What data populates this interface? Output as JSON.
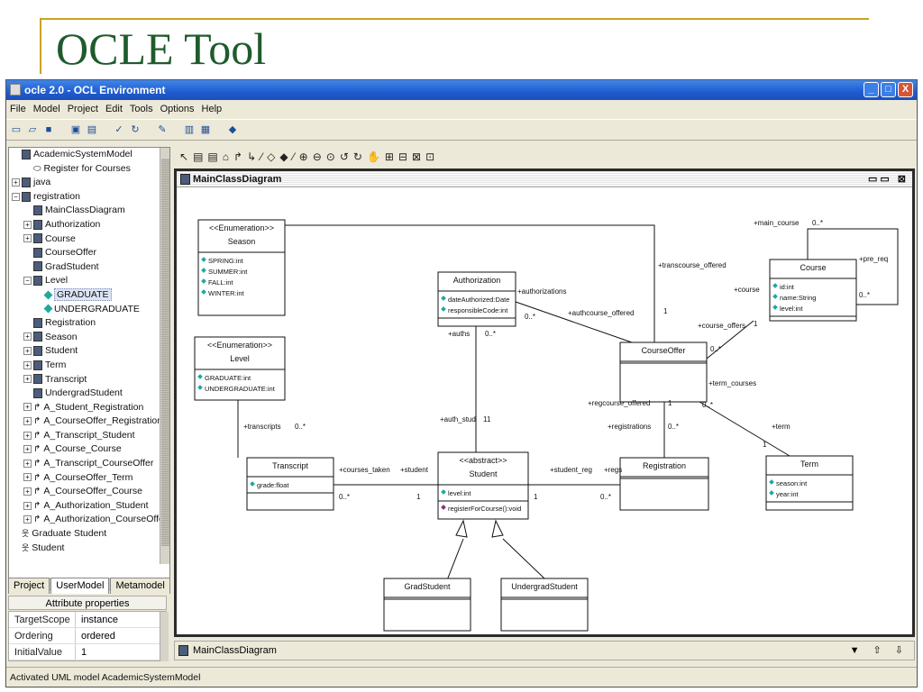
{
  "slide": {
    "title": "OCLE Tool"
  },
  "window": {
    "title": "ocle 2.0 - OCL Environment",
    "buttons": [
      "_",
      "□",
      "X"
    ]
  },
  "menu": [
    "File",
    "Model",
    "Project",
    "Edit",
    "Tools",
    "Options",
    "Help"
  ],
  "tree": [
    {
      "label": "AcademicSystemModel",
      "depth": 0,
      "expander": "",
      "icon": "model"
    },
    {
      "label": "Register for Courses",
      "depth": 1,
      "expander": "",
      "icon": "usecase"
    },
    {
      "label": "java",
      "depth": 0,
      "expander": "+",
      "icon": "package"
    },
    {
      "label": "registration",
      "depth": 0,
      "expander": "-",
      "icon": "package"
    },
    {
      "label": "MainClassDiagram",
      "depth": 1,
      "expander": "",
      "icon": "diagram"
    },
    {
      "label": "Authorization",
      "depth": 1,
      "expander": "+",
      "icon": "class"
    },
    {
      "label": "Course",
      "depth": 1,
      "expander": "+",
      "icon": "class"
    },
    {
      "label": "CourseOffer",
      "depth": 1,
      "expander": "",
      "icon": "class"
    },
    {
      "label": "GradStudent",
      "depth": 1,
      "expander": "",
      "icon": "class"
    },
    {
      "label": "Level",
      "depth": 1,
      "expander": "-",
      "icon": "class"
    },
    {
      "label": "GRADUATE",
      "depth": 2,
      "expander": "",
      "icon": "attribute",
      "selected": true
    },
    {
      "label": "UNDERGRADUATE",
      "depth": 2,
      "expander": "",
      "icon": "attribute"
    },
    {
      "label": "Registration",
      "depth": 1,
      "expander": "",
      "icon": "class"
    },
    {
      "label": "Season",
      "depth": 1,
      "expander": "+",
      "icon": "class"
    },
    {
      "label": "Student",
      "depth": 1,
      "expander": "+",
      "icon": "class"
    },
    {
      "label": "Term",
      "depth": 1,
      "expander": "+",
      "icon": "class"
    },
    {
      "label": "Transcript",
      "depth": 1,
      "expander": "+",
      "icon": "class"
    },
    {
      "label": "UndergradStudent",
      "depth": 1,
      "expander": "",
      "icon": "class"
    },
    {
      "label": "A_Student_Registration",
      "depth": 1,
      "expander": "+",
      "icon": "assoc"
    },
    {
      "label": "A_CourseOffer_Registration",
      "depth": 1,
      "expander": "+",
      "icon": "assoc"
    },
    {
      "label": "A_Transcript_Student",
      "depth": 1,
      "expander": "+",
      "icon": "assoc"
    },
    {
      "label": "A_Course_Course",
      "depth": 1,
      "expander": "+",
      "icon": "assoc"
    },
    {
      "label": "A_Transcript_CourseOffer",
      "depth": 1,
      "expander": "+",
      "icon": "assoc"
    },
    {
      "label": "A_CourseOffer_Term",
      "depth": 1,
      "expander": "+",
      "icon": "assoc"
    },
    {
      "label": "A_CourseOffer_Course",
      "depth": 1,
      "expander": "+",
      "icon": "assoc"
    },
    {
      "label": "A_Authorization_Student",
      "depth": 1,
      "expander": "+",
      "icon": "assoc"
    },
    {
      "label": "A_Authorization_CourseOffer",
      "depth": 1,
      "expander": "+",
      "icon": "assoc"
    },
    {
      "label": "Graduate Student",
      "depth": 0,
      "expander": "",
      "icon": "actor"
    },
    {
      "label": "Student",
      "depth": 0,
      "expander": "",
      "icon": "actor"
    }
  ],
  "left_tabs": [
    "Project",
    "UserModel",
    "Metamodel"
  ],
  "attributes": {
    "header": "Attribute properties",
    "rows": [
      {
        "key": "TargetScope",
        "value": "instance"
      },
      {
        "key": "Ordering",
        "value": "ordered"
      },
      {
        "key": "InitialValue",
        "value": "1"
      }
    ]
  },
  "diagram": {
    "window_title": "MainClassDiagram",
    "bottom_name": "MainClassDiagram",
    "classes": [
      {
        "id": "season",
        "stereotype": "<<Enumeration>>",
        "name": "Season",
        "attrs": [
          "SPRING:int",
          "SUMMER:int",
          "FALL:int",
          "WINTER:int"
        ],
        "ops": []
      },
      {
        "id": "level",
        "stereotype": "<<Enumeration>>",
        "name": "Level",
        "attrs": [
          "GRADUATE:int",
          "UNDERGRADUATE:int"
        ],
        "ops": []
      },
      {
        "id": "authorization",
        "stereotype": "",
        "name": "Authorization",
        "attrs": [
          "dateAuthorized:Date",
          "responsibleCode:int"
        ],
        "ops": []
      },
      {
        "id": "course",
        "stereotype": "",
        "name": "Course",
        "attrs": [
          "id:int",
          "name:String",
          "level:int"
        ],
        "ops": []
      },
      {
        "id": "courseoffer",
        "stereotype": "",
        "name": "CourseOffer",
        "attrs": [],
        "ops": []
      },
      {
        "id": "transcript",
        "stereotype": "",
        "name": "Transcript",
        "attrs": [
          "grade:float"
        ],
        "ops": []
      },
      {
        "id": "student",
        "stereotype": "<<abstract>>",
        "name": "Student",
        "attrs": [
          "level:int"
        ],
        "ops": [
          "registerForCourse():void"
        ]
      },
      {
        "id": "registration",
        "stereotype": "",
        "name": "Registration",
        "attrs": [],
        "ops": []
      },
      {
        "id": "term",
        "stereotype": "",
        "name": "Term",
        "attrs": [
          "season:int",
          "year:int"
        ],
        "ops": []
      },
      {
        "id": "gradstudent",
        "stereotype": "",
        "name": "GradStudent",
        "attrs": [],
        "ops": []
      },
      {
        "id": "undergradstudent",
        "stereotype": "",
        "name": "UndergradStudent",
        "attrs": [],
        "ops": []
      }
    ],
    "labels": [
      "+main_course",
      "0..*",
      "+pre_req",
      "0..*",
      "+transcourse_offered",
      "+course",
      "+authorizations",
      "0..*",
      "+authcourse_offered",
      "1",
      "+course_offers",
      "1",
      "0..*",
      "+auths",
      "0..*",
      "1",
      "+term_courses",
      "0..*",
      "+regcourse_offered",
      "1",
      "+registrations",
      "0..*",
      "+term",
      "1",
      "+transcripts",
      "0..*",
      "+auth_stud",
      "1",
      "+courses_taken",
      "+student",
      "0..*",
      "1",
      "+student_reg",
      "+regs",
      "1",
      "0..*"
    ]
  },
  "status": {
    "text": "Activated UML model AcademicSystemModel"
  }
}
